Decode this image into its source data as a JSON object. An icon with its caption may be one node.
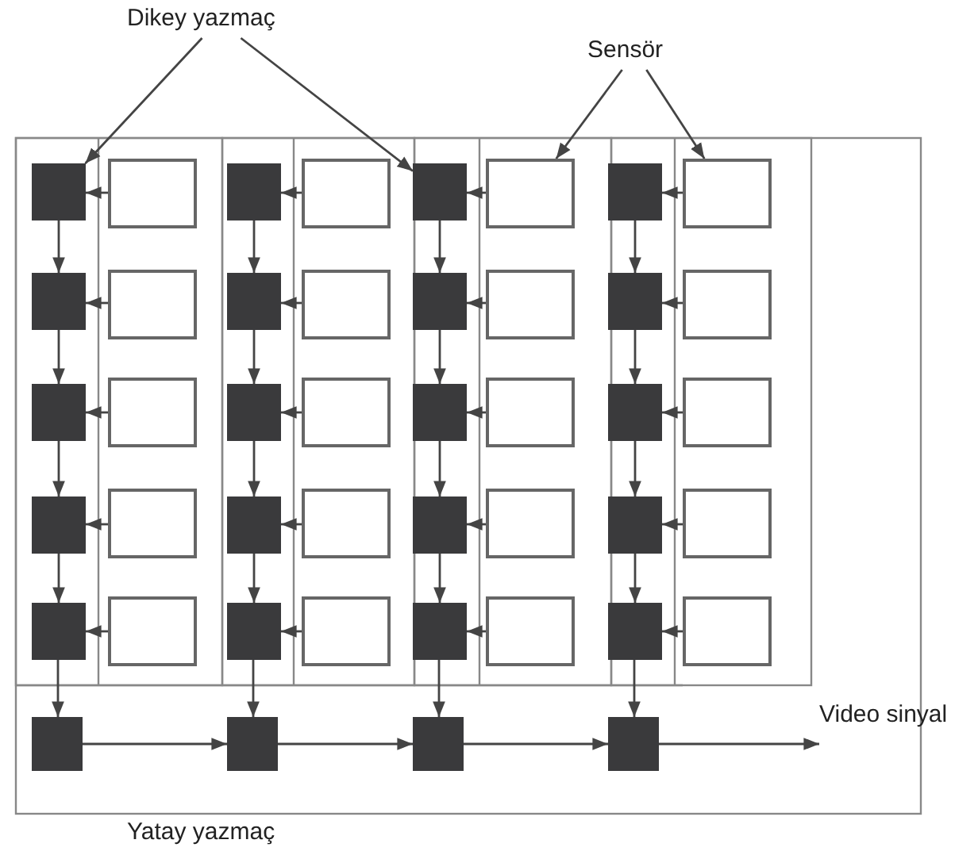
{
  "diagram": {
    "nodes": [
      {
        "text": [
          "Dikey yazmaç"
        ]
      },
      {
        "text": [
          "Sensör"
        ]
      },
      {
        "text": [],
        "shape": "box"
      },
      {
        "text": [],
        "shape": "box"
      },
      {
        "text": [],
        "shape": "box"
      },
      {
        "text": [],
        "shape": "box"
      },
      {
        "text": [],
        "shape": "box"
      },
      {
        "text": [],
        "shape": "box"
      },
      {
        "text": [],
        "shape": "box"
      },
      {
        "text": [],
        "shape": "box"
      },
      {
        "text": [],
        "shape": "box"
      },
      {
        "text": [],
        "shape": "box"
      },
      {
        "text": [],
        "shape": "box"
      },
      {
        "text": [],
        "shape": "box"
      },
      {
        "text": [],
        "shape": "box"
      },
      {
        "text": [],
        "shape": "box"
      },
      {
        "text": [],
        "shape": "box"
      },
      {
        "text": [],
        "shape": "box"
      },
      {
        "text": [],
        "shape": "box"
      },
      {
        "text": [],
        "shape": "box"
      },
      {
        "text": [],
        "shape": "box"
      },
      {
        "text": [],
        "shape": "box"
      },
      {
        "text": [],
        "shape": "box"
      },
      {
        "text": [],
        "shape": "box"
      },
      {
        "text": [],
        "shape": "box"
      },
      {
        "text": [],
        "shape": "box"
      },
      {
        "text": [],
        "shape": "box"
      },
      {
        "text": [],
        "shape": "box"
      },
      {
        "text": [],
        "shape": "box"
      },
      {
        "text": [],
        "shape": "box"
      },
      {
        "text": [],
        "shape": "box"
      },
      {
        "text": [],
        "shape": "box"
      },
      {
        "text": [],
        "shape": "box"
      },
      {
        "text": [],
        "shape": "box"
      },
      {
        "text": [],
        "shape": "box"
      },
      {
        "text": [],
        "shape": "box"
      },
      {
        "text": [],
        "shape": "box"
      },
      {
        "text": [],
        "shape": "box"
      },
      {
        "text": [],
        "shape": "box"
      },
      {
        "text": [],
        "shape": "box"
      },
      {
        "text": [],
        "shape": "box"
      },
      {
        "text": [],
        "shape": "box"
      },
      {
        "text": [],
        "shape": "box"
      },
      {
        "text": [],
        "shape": "box"
      },
      {
        "text": [],
        "shape": "box"
      },
      {
        "text": [],
        "shape": "box"
      },
      {
        "text": [
          "Video sinyal"
        ]
      }
    ],
    "edges": [
      {
        "from": 0,
        "to": 2,
        "arrow": "to"
      },
      {
        "from": 0,
        "to": 6,
        "arrow": "to"
      },
      {
        "from": 1,
        "to": 7,
        "arrow": "to"
      },
      {
        "from": 1,
        "to": 9,
        "arrow": "to"
      },
      {
        "from": 3,
        "to": 2,
        "arrow": "to"
      },
      {
        "from": 5,
        "to": 4,
        "arrow": "to"
      },
      {
        "from": 7,
        "to": 6,
        "arrow": "to"
      },
      {
        "from": 9,
        "to": 8,
        "arrow": "to"
      },
      {
        "from": 11,
        "to": 10,
        "arrow": "to"
      },
      {
        "from": 13,
        "to": 12,
        "arrow": "to"
      },
      {
        "from": 15,
        "to": 14,
        "arrow": "to"
      },
      {
        "from": 17,
        "to": 16,
        "arrow": "to"
      },
      {
        "from": 19,
        "to": 18,
        "arrow": "to"
      },
      {
        "from": 21,
        "to": 20,
        "arrow": "to"
      },
      {
        "from": 23,
        "to": 22,
        "arrow": "to"
      },
      {
        "from": 25,
        "to": 24,
        "arrow": "to"
      },
      {
        "from": 27,
        "to": 26,
        "arrow": "to"
      },
      {
        "from": 29,
        "to": 28,
        "arrow": "to"
      },
      {
        "from": 31,
        "to": 30,
        "arrow": "to"
      },
      {
        "from": 33,
        "to": 32,
        "arrow": "to"
      },
      {
        "from": 35,
        "to": 34,
        "arrow": "to"
      },
      {
        "from": 37,
        "to": 36,
        "arrow": "to"
      },
      {
        "from": 39,
        "to": 38,
        "arrow": "to"
      },
      {
        "from": 41,
        "to": 40,
        "arrow": "to"
      },
      {
        "from": 2,
        "to": 10,
        "arrow": "to"
      },
      {
        "from": 10,
        "to": 18,
        "arrow": "to"
      },
      {
        "from": 18,
        "to": 26,
        "arrow": "to"
      },
      {
        "from": 26,
        "to": 34,
        "arrow": "to"
      },
      {
        "from": 34,
        "to": 42,
        "arrow": "to"
      },
      {
        "from": 4,
        "to": 12,
        "arrow": "to"
      },
      {
        "from": 12,
        "to": 20,
        "arrow": "to"
      },
      {
        "from": 20,
        "to": 28,
        "arrow": "to"
      },
      {
        "from": 28,
        "to": 36,
        "arrow": "to"
      },
      {
        "from": 36,
        "to": 43,
        "arrow": "to"
      },
      {
        "from": 6,
        "to": 14,
        "arrow": "to"
      },
      {
        "from": 14,
        "to": 22,
        "arrow": "to"
      },
      {
        "from": 22,
        "to": 30,
        "arrow": "to"
      },
      {
        "from": 30,
        "to": 38,
        "arrow": "to"
      },
      {
        "from": 38,
        "to": 44,
        "arrow": "to"
      },
      {
        "from": 8,
        "to": 16,
        "arrow": "to"
      },
      {
        "from": 16,
        "to": 24,
        "arrow": "to"
      },
      {
        "from": 24,
        "to": 32,
        "arrow": "to"
      },
      {
        "from": 32,
        "to": 40,
        "arrow": "to"
      },
      {
        "from": 40,
        "to": 45,
        "arrow": "to"
      },
      {
        "from": 42,
        "to": 43,
        "arrow": "to"
      },
      {
        "from": 43,
        "to": 44,
        "arrow": "to"
      },
      {
        "from": 44,
        "to": 45,
        "arrow": "to"
      },
      {
        "from": 45,
        "to": 46,
        "arrow": "to"
      }
    ],
    "labels": [
      "Yatay yazmaç"
    ]
  }
}
